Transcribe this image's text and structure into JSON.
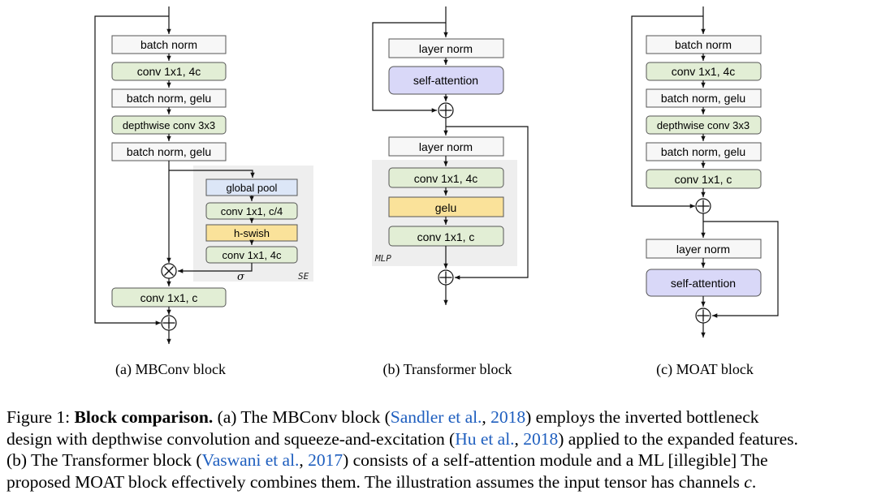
{
  "panels": {
    "mbconv": {
      "layers": [
        "batch norm",
        "conv 1x1, 4c",
        "batch norm, gelu",
        "depthwise conv 3x3",
        "batch norm, gelu",
        "conv 1x1, c"
      ],
      "se_layers": [
        "global pool",
        "conv 1x1, c/4",
        "h-swish",
        "conv 1x1, 4c"
      ],
      "se_tag": "SE",
      "sigma": "σ",
      "multiply_symbol": "×",
      "add_symbol": "+",
      "caption": "(a) MBConv block"
    },
    "transformer": {
      "layers": [
        "layer norm",
        "self-attention",
        "layer norm",
        "conv 1x1, 4c",
        "gelu",
        "conv 1x1, c"
      ],
      "mlp_tag": "MLP",
      "caption": "(b) Transformer block"
    },
    "moat": {
      "layers": [
        "batch norm",
        "conv 1x1, 4c",
        "batch norm, gelu",
        "depthwise conv 3x3",
        "batch norm, gelu",
        "conv 1x1, c",
        "layer norm",
        "self-attention"
      ],
      "caption": "(c) MOAT block"
    }
  },
  "colors": {
    "white_box": "#f7f7f7",
    "green_box": "#e2eed5",
    "blue_box": "#dce6f7",
    "purple_box": "#d9d8f8",
    "yellow_box": "#fae29a",
    "shaded_region": "#eeeeee",
    "citation": "#1f5fbf"
  },
  "caption": {
    "label": "Figure 1:",
    "title": "Block comparison.",
    "part1": "(a) The MBConv block (",
    "cite1_authors": "Sandler et al.",
    "cite1_year": "2018",
    "part2": ") employs the inverted bottleneck",
    "part3": "design with depthwise convolution and squeeze-and-excitation (",
    "cite2_authors": "Hu et al.",
    "cite2_year": "2018",
    "part4": ") applied to the expanded features.",
    "part5": "(b) The Transformer block (",
    "cite3_authors": "Vaswani et al.",
    "cite3_year": "2017",
    "part6": ") consists of a self-attention module and a ML",
    "part6_obscured": "[illegible]",
    "part6_end": "The",
    "part7": "proposed MOAT block effectively combines them. The illustration assumes the input tensor has channels ",
    "part7_var": "c",
    "part7_end": "."
  }
}
